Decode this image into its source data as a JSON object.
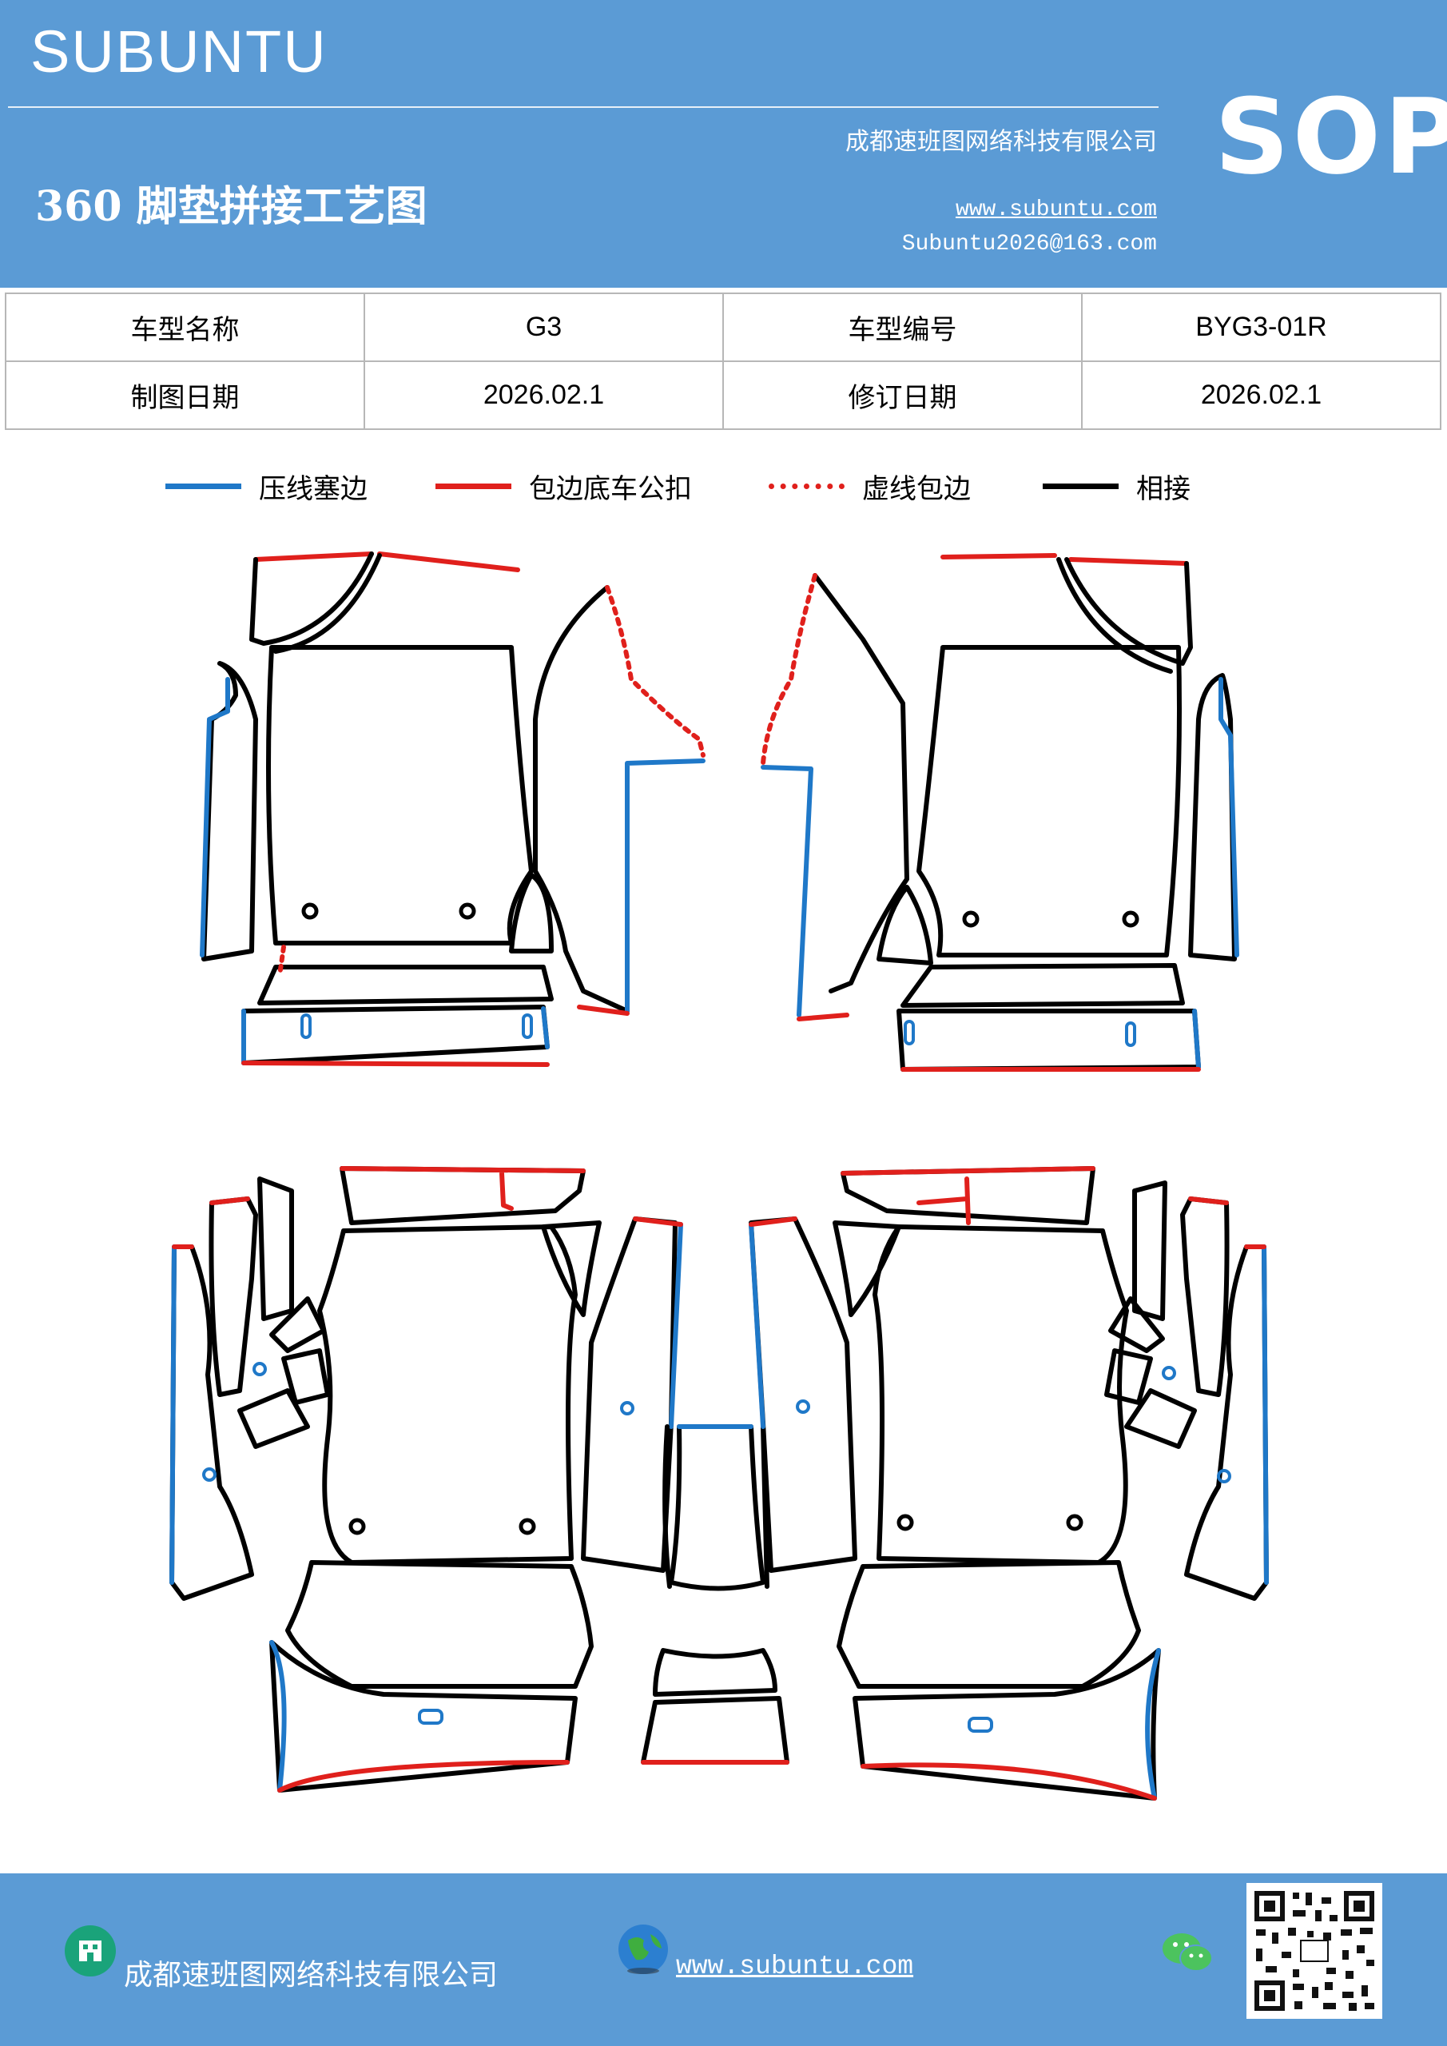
{
  "header": {
    "brand": "SUBUNTU",
    "badge": "SOP",
    "company": "成都速班图网络科技有限公司",
    "title": "360 脚垫拼接工艺图",
    "website": "www.subuntu.com",
    "email": "Subuntu2026@163.com"
  },
  "info": {
    "model_name_label": "车型名称",
    "model_name": "G3",
    "model_code_label": "车型编号",
    "model_code": "BYG3-01R",
    "draw_date_label": "制图日期",
    "draw_date": "2026.02.1",
    "revise_date_label": "修订日期",
    "revise_date": "2026.02.1"
  },
  "legend": [
    {
      "label": "压线塞边",
      "color": "#1f78c8",
      "style": "solid"
    },
    {
      "label": "包边底车公扣",
      "color": "#e0201c",
      "style": "solid"
    },
    {
      "label": "虚线包边",
      "color": "#e0201c",
      "style": "dotted"
    },
    {
      "label": "相接",
      "color": "#000000",
      "style": "solid"
    }
  ],
  "colors": {
    "brand_blue": "#5b9bd5",
    "edge_blue": "#1f78c8",
    "edge_red": "#e0201c",
    "seam_black": "#000000"
  },
  "footer": {
    "company": "成都速班图网络科技有限公司",
    "website": "www.subuntu.com",
    "icons": [
      "company-icon",
      "globe-icon",
      "wechat-icon",
      "qr-code"
    ]
  }
}
